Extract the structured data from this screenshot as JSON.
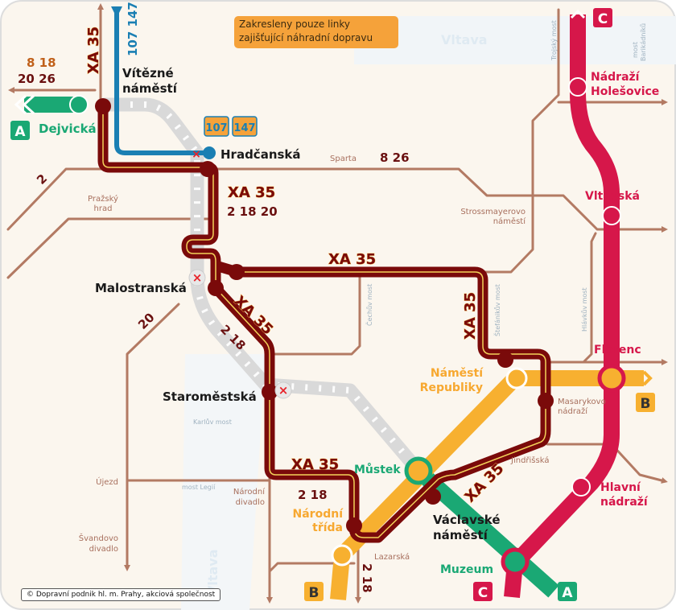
{
  "notice": "Zakresleny pouze linky zajišťující náhradní dopravu",
  "copyright": "© Dopravní podnik hl. m. Prahy, akciová společnost",
  "rivers": [
    "Vltava",
    "Vltava"
  ],
  "stations": {
    "vitezne": [
      "Vítězné",
      "náměstí"
    ],
    "dejvicka": "Dejvická",
    "hradcanska": "Hradčanská",
    "malostranska": "Malostranská",
    "staromestska": "Staroměstská",
    "mustek": "Můstek",
    "narodni_trida": [
      "Národní",
      "třída"
    ],
    "vaclavske": [
      "Václavské",
      "náměstí"
    ],
    "muzeum": "Muzeum",
    "namesti_republiky": [
      "Náměstí",
      "Republiky"
    ],
    "florenc": "Florenc",
    "hlavni": [
      "Hlavní",
      "nádraží"
    ],
    "vltavska": "Vltavská",
    "holesovice": [
      "Nádraží",
      "Holešovice"
    ]
  },
  "places": {
    "sparta": "Sparta",
    "prazsky_hrad": [
      "Pražský",
      "hrad"
    ],
    "strossmayerovo": [
      "Strossmayerovo",
      "náměstí"
    ],
    "ujezd": "Újezd",
    "svandovo": [
      "Švandovo",
      "divadlo"
    ],
    "narodni_divadlo": [
      "Národní",
      "divadlo"
    ],
    "masarykovo": [
      "Masarykovo",
      "nádraží"
    ],
    "jindrisska": "Jindřišská",
    "lazarska": "Lazarská"
  },
  "bridges": {
    "trojsky": "Trojský most",
    "barikadniku": [
      "most",
      "Barikádníků"
    ],
    "cechuv": "Čechův most",
    "stefanikuv": "Štefánikův most",
    "hlavkuv": "Hlávkův most",
    "karluv": "Karlův most",
    "legii": "most Legií"
  },
  "tram_labels": {
    "dejvicka_top": "8  18",
    "dejvicka_bottom": "20  26",
    "line_2": "2",
    "sparta_lines": "8  26",
    "hradcanska_lines": "2  18  20",
    "line_20": "20",
    "staro_lines": "2  18",
    "narodni_lines": "2  18",
    "lazarska_lines": "2  18"
  },
  "bus_labels": {
    "vertical": "107 147",
    "badges": [
      "107",
      "147"
    ]
  },
  "route_labels": {
    "xa35": "XA 35"
  },
  "metro_letters": {
    "A": "A",
    "B": "B",
    "C": "C"
  },
  "colors": {
    "metro_a": "#1aa874",
    "metro_b": "#f7b030",
    "metro_c": "#d6174a",
    "replacement": "#7a0a0a",
    "bus": "#1a7fb3",
    "tram": "#b37a63"
  }
}
